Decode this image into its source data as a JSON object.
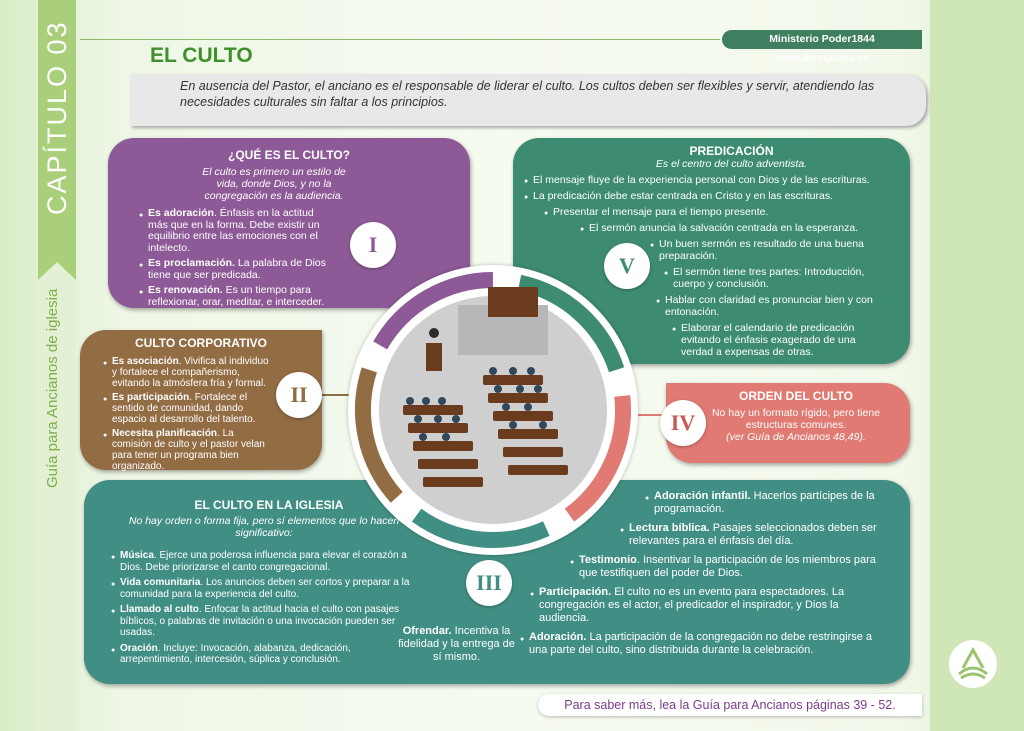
{
  "header": {
    "ministry": "Ministerio Poder1844   www.discipulos.es",
    "chapter": "CAPÍTULO 03",
    "side_label": "Guía para Ancianos de iglesia",
    "title": "EL CULTO",
    "intro": "En ausencia del Pastor, el anciano es el responsable de liderar el culto.  Los cultos deben ser flexibles y servir, atendiendo las necesidades culturales sin faltar a los principios."
  },
  "sections": {
    "que_es": {
      "numeral": "I",
      "title": "¿QUÉ ES EL CULTO?",
      "subtitle": "El culto es primero un estilo de vida, donde Dios, y no la congregación es la audiencia.",
      "items": [
        {
          "bold": "Es adoración",
          "text": ". Énfasis en la actitud más que en la forma. Debe existir un equilibrio entre las emociones con el intelecto."
        },
        {
          "bold": "Es proclamación.",
          "text": " La palabra de Dios tiene que ser predicada."
        },
        {
          "bold": "Es renovación.",
          "text": "  Es un tiempo para reflexionar, orar, meditar, e interceder."
        }
      ]
    },
    "corporativo": {
      "numeral": "II",
      "title": "CULTO  CORPORATIVO",
      "items": [
        {
          "bold": "Es asociación",
          "text": ". Vivifica al individuo y fortalece el compañerismo, evitando la atmósfera fría y formal."
        },
        {
          "bold": "Es participación",
          "text": ". Fortalece el sentido de comunidad, dando espacio al desarrollo del talento."
        },
        {
          "bold": "Necesita planificación",
          "text": ". La comisión de culto y el pastor velan para tener un programa bien organizado."
        }
      ]
    },
    "iglesia": {
      "numeral": "III",
      "title": "EL  CULTO  EN  LA  IGLESIA",
      "subtitle": "No hay orden o forma fija, pero sí elementos que  lo  hacen  significativo:",
      "items": [
        {
          "bold": "Música",
          "text": ". Ejerce una poderosa influencia para elevar el corazón a Dios. Debe priorizarse  el canto congregacional."
        },
        {
          "bold": "Vida comunitaria",
          "text": ". Los anuncios deben ser cortos  y  preparar a la comunidad para la experiencia del culto."
        },
        {
          "bold": "Llamado al culto",
          "text": ". Enfocar la actitud hacia el culto con pasajes bíblicos, o palabras de invitación o una invocación  pueden ser usadas."
        },
        {
          "bold": "Oración",
          "text": ". Incluye: Invocación, alabanza, dedicación, arrepentimiento, intercesión, súplica y conclusión."
        }
      ],
      "ofrendar": {
        "bold": "Ofrendar.",
        "text": " Incentiva la fidelidad y la entrega de sí mismo."
      },
      "right_items": [
        {
          "bold": "Adoración infantil.",
          "text": " Hacerlos partícipes de la programación."
        },
        {
          "bold": "Lectura bíblica.",
          "text": "  Pasajes seleccionados deben ser relevantes para el énfasis del día."
        },
        {
          "bold": "Testimonio",
          "text": ".  Insentivar la participación de los miembros para que testifiquen del poder de Dios."
        },
        {
          "bold": "Participación.",
          "text": "   El culto no es un evento para espectadores. La congregación  es el actor, el predicador el inspirador, y Dios la audiencia."
        },
        {
          "bold": "Adoración.",
          "text": "  La participación de la congregación no debe restringirse a una parte del culto, sino distribuida  durante la celebración."
        }
      ]
    },
    "orden": {
      "numeral": "IV",
      "title": "ORDEN  DEL  CULTO",
      "text": "No  hay un formato rígido, pero tiene estructuras comunes.",
      "ref": "(ver Guía de Ancianos  48,49)."
    },
    "predicacion": {
      "numeral": "V",
      "title": "PREDICACIÓN",
      "subtitle": "Es el centro del culto adventista.",
      "items": [
        "El mensaje fluye de la experiencia personal con Dios y de las escrituras.",
        "La predicación debe estar centrada en Cristo y en las escrituras.",
        "Presentar el mensaje para el tiempo presente.",
        "El sermón anuncia la salvación centrada en la esperanza.",
        "Un buen sermón es resultado de una buena preparación.",
        "El sermón tiene tres partes: Introducción, cuerpo y conclusión.",
        "Hablar con claridad es pronunciar bien y con entonación.",
        "Elaborar el calendario de predicación evitando el énfasis exagerado de una verdad a expensas de otras."
      ]
    }
  },
  "footer": "Para saber más, lea la Guía para Ancianos páginas 39 - 52.",
  "colors": {
    "purple": "#8d5a97",
    "brown": "#926c43",
    "teal": "#418f84",
    "green": "#3d8c72",
    "salmon": "#e07a72"
  }
}
